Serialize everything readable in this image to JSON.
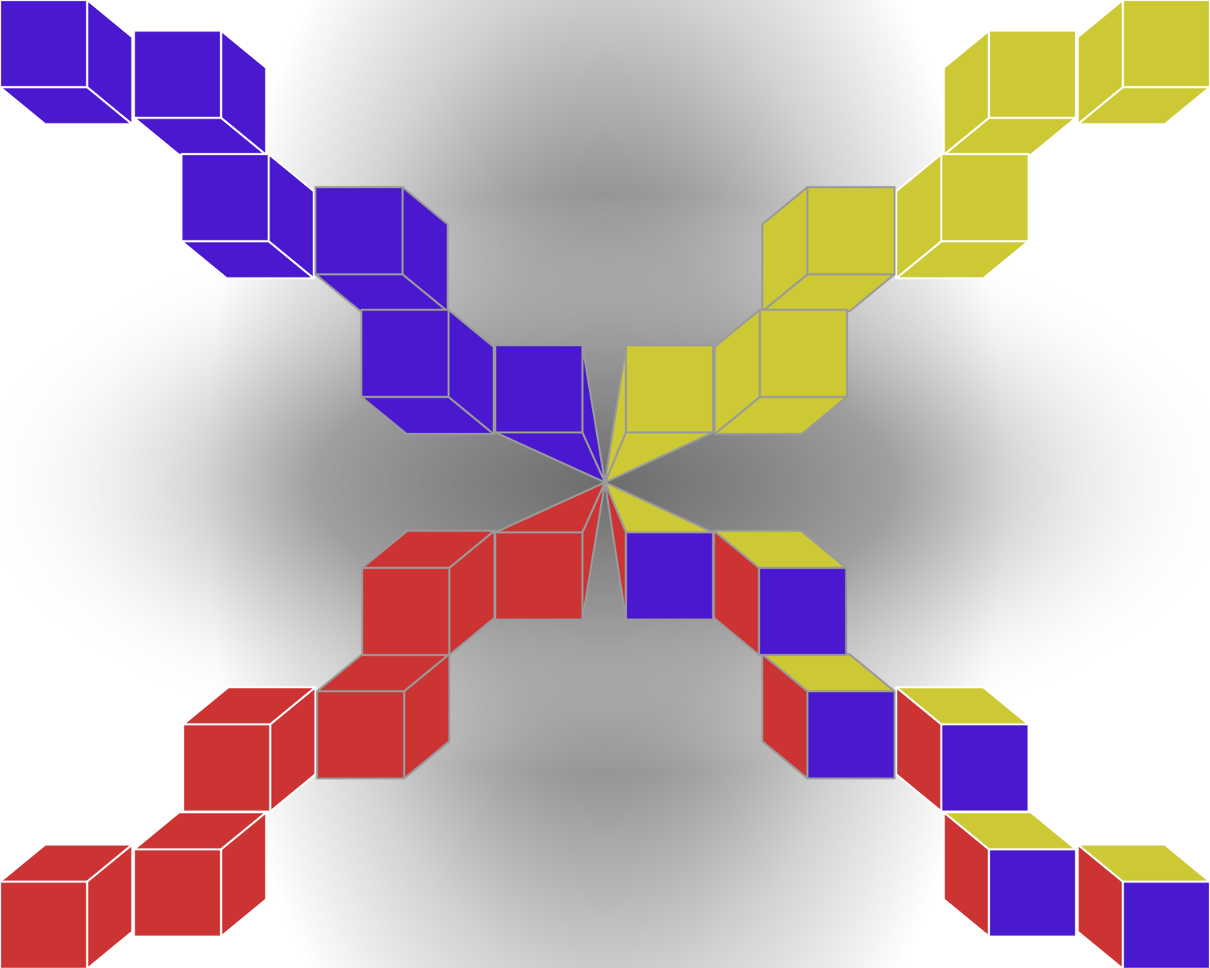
{
  "scene": {
    "description_free": true,
    "vanishing_point_style": "radial-gray",
    "colors": {
      "background_center": "#6f6f6f",
      "background_mid": "#a8a8a8",
      "background_edge": "#ffffff",
      "blue": "#4a18cf",
      "yellow": "#cdc935",
      "red": "#cc3333",
      "edge_light": "#ffffff",
      "edge_dark": "#9a9a9a"
    },
    "arms": [
      {
        "id": "top-left",
        "color": "blue",
        "cube_count": 6,
        "icon": "cube-icon"
      },
      {
        "id": "top-right",
        "color": "yellow",
        "cube_count": 6,
        "icon": "cube-icon"
      },
      {
        "id": "bottom-left",
        "color": "red",
        "cube_count": 6,
        "icon": "cube-icon"
      },
      {
        "id": "bottom-right",
        "color": "mixed",
        "front": "blue",
        "side": "red",
        "top": "yellow",
        "cube_count": 6,
        "icon": "cube-icon"
      }
    ]
  }
}
